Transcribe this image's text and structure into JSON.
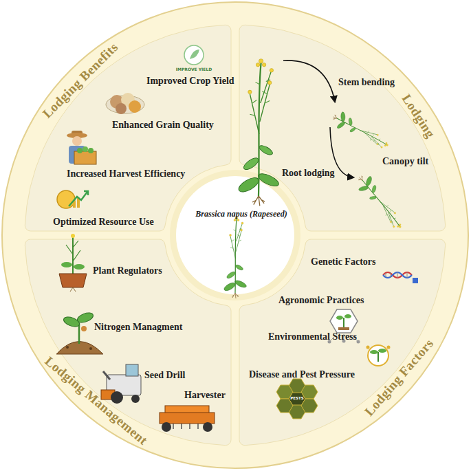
{
  "diagram": {
    "nodes": [
      {
        "text": [
          "Brassica napus (Rapeseed)"
        ]
      },
      {
        "text": [
          "Lodging Benefits",
          "Improved Crop Yield",
          "Enhanced Grain Quality",
          "Increased Harvest Efficiency",
          "Optimized Resource Use"
        ]
      },
      {
        "text": [
          "Lodging",
          "Stem bending",
          "Root lodging",
          "Canopy tilt"
        ]
      },
      {
        "text": [
          "Lodging Management",
          "Plant Regulators",
          "Nitrogen Managment",
          "Seed Drill",
          "Harvester"
        ]
      },
      {
        "text": [
          "Lodging Factors",
          "Genetic Factors",
          "Agronomic Practices",
          "Environmental Stress",
          "Disease and Pest Pressure"
        ]
      }
    ],
    "labels": [
      "IMPROVE YIELD",
      "PESTS"
    ]
  }
}
